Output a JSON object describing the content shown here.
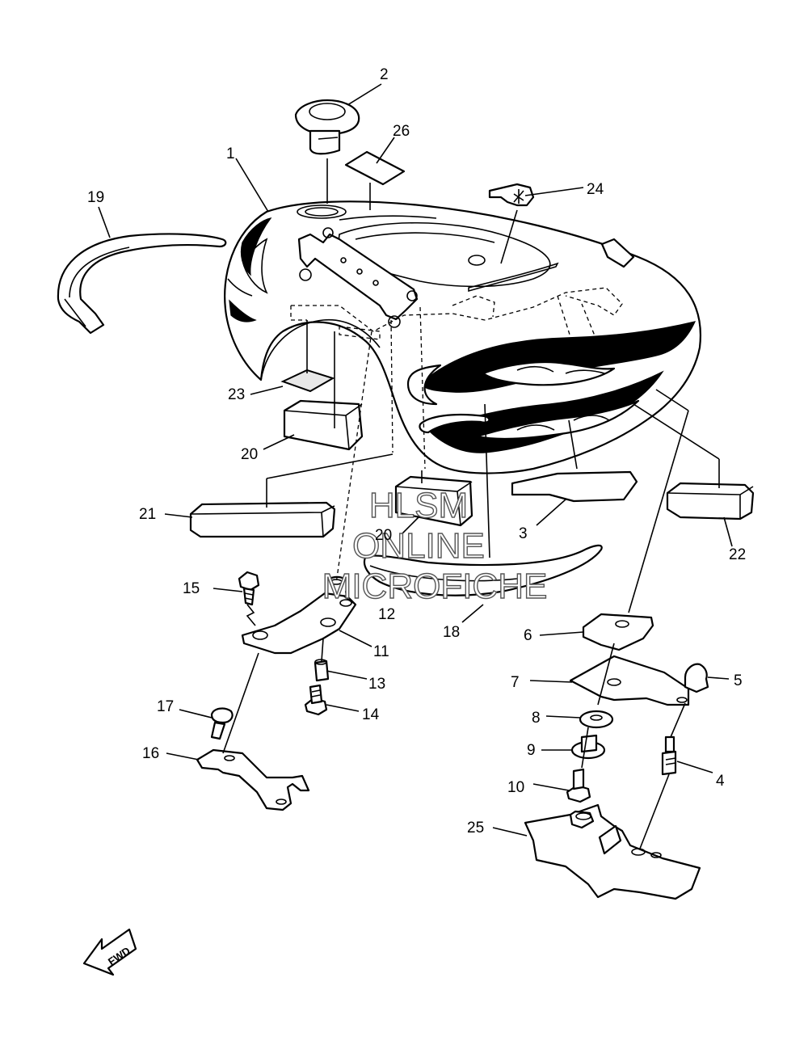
{
  "callouts": [
    "1",
    "2",
    "3",
    "4",
    "5",
    "6",
    "7",
    "8",
    "9",
    "10",
    "11",
    "12",
    "13",
    "14",
    "15",
    "16",
    "17",
    "18",
    "19",
    "20",
    "20",
    "21",
    "22",
    "23",
    "24",
    "25",
    "26"
  ],
  "watermark": {
    "line1": "HLSM",
    "line2": "ONLINE",
    "line3": "MICROFICHE"
  },
  "direction_marker": "FWD"
}
